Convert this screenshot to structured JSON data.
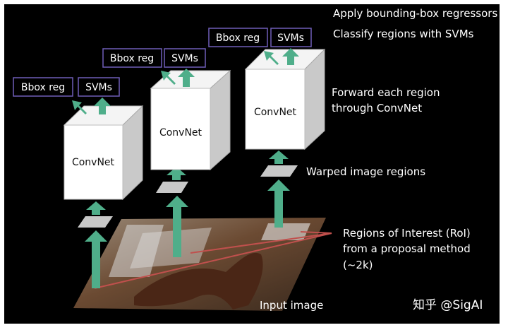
{
  "labels": {
    "apply_bbox": "Apply bounding-box regressors",
    "classify": "Classify regions with SVMs",
    "forward_1": "Forward each region",
    "forward_2": "through ConvNet",
    "warped": "Warped image regions",
    "roi_1": "Regions of Interest (RoI)",
    "roi_2": "from a proposal method",
    "roi_3": "(~2k)",
    "input": "Input image"
  },
  "columns": [
    {
      "bbox": "Bbox reg",
      "svm": "SVMs",
      "net": "ConvNet"
    },
    {
      "bbox": "Bbox reg",
      "svm": "SVMs",
      "net": "ConvNet"
    },
    {
      "bbox": "Bbox reg",
      "svm": "SVMs",
      "net": "ConvNet"
    }
  ],
  "watermark": "知乎 @SigAI",
  "colors": {
    "arrow": "#4fae8a",
    "box_border": "#6f5db8",
    "pointer": "#c0504d"
  }
}
